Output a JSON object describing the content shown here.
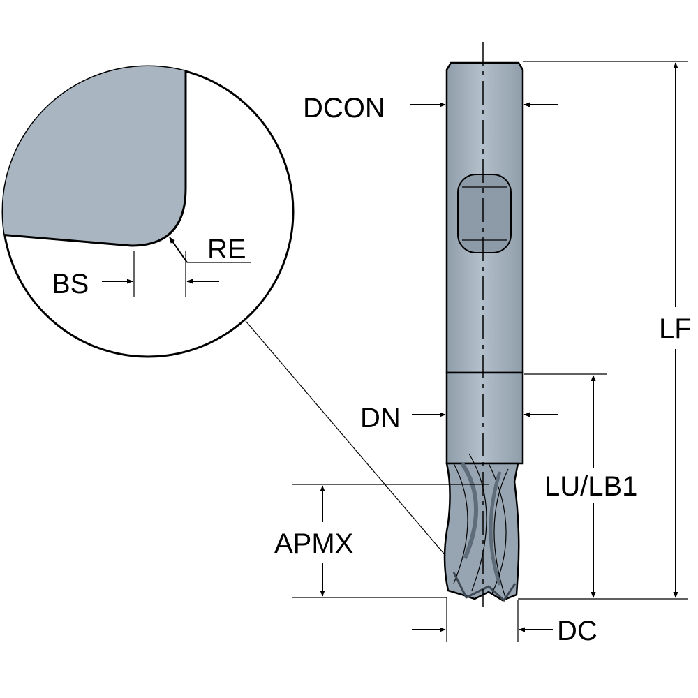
{
  "labels": {
    "dcon": "DCON",
    "re": "RE",
    "bs": "BS",
    "lf": "LF",
    "dn": "DN",
    "lu_lb1": "LU/LB1",
    "apmx": "APMX",
    "dc": "DC"
  },
  "colors": {
    "tool_fill": "#a9b6c2",
    "tool_dark": "#7d8b99",
    "line": "#000000",
    "background": "#ffffff"
  }
}
